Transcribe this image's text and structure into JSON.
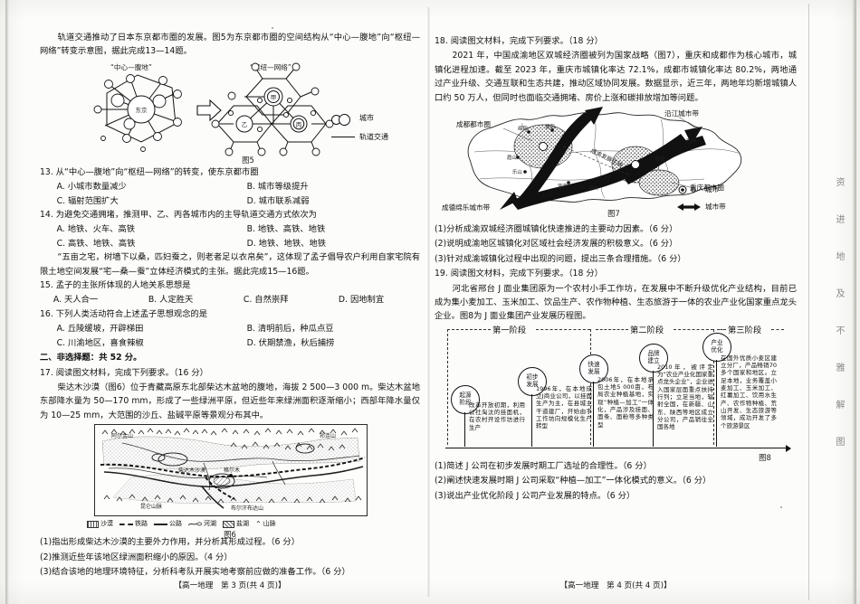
{
  "document": {
    "subject": "高一地理",
    "left_page_footer": "【高一地理　第 3 页(共 4 页)】",
    "right_page_footer": "【高一地理　第 4 页(共 4 页)】",
    "watermark": "资 进 地 及 不 雅 解 图"
  },
  "left": {
    "intro_13_14": "轨道交通推动了日本东京都市圈的发展。图5为东京都市圈的空间结构从“中心—腹地”向“枢纽—网络”转变示意图，据此完成13—14题。",
    "fig5": {
      "caption": "图5",
      "left_title": "“中心—腹地”",
      "right_title": "“枢纽—网络”",
      "node_labels": [
        "甲",
        "乙",
        "丙"
      ],
      "center_label": "东京",
      "legend": [
        {
          "symbol": "circles",
          "label": "城市"
        },
        {
          "symbol": "line",
          "label": "轨道交通"
        }
      ]
    },
    "q13": {
      "stem": "13. 从“中心—腹地”向“枢纽—网络”的转变，使东京都市圈",
      "options": [
        "A. 小城市数量减少",
        "B. 城市等级提升",
        "C. 辐射范围扩大",
        "D. 城市联系减弱"
      ]
    },
    "q14": {
      "stem": "14. 为避免交通拥堵，推测甲、乙、丙各城市内的主导轨道交通方式依次为",
      "options": [
        "A. 地铁、火车、高铁",
        "B. 地铁、高铁、地铁",
        "C. 高铁、地铁、高铁",
        "D. 地铁、地铁、地铁"
      ]
    },
    "intro_15_16": "“五亩之宅，树墙下以桑，匹妇蚕之，则老者足以衣帛矣”，这体现了孟子倡导农户利用自家宅院有限土地空间发展“宅—桑—蚕”立体经济模式的主张。据此完成15—16题。",
    "q15": {
      "stem": "15. 孟子的主张所体现的人地关系思想是",
      "options": [
        "A. 天人合一",
        "B. 人定胜天",
        "C. 自然崇拜",
        "D. 因地制宜"
      ]
    },
    "q16": {
      "stem": "16. 下列人类活动符合上述孟子思想观念的是",
      "options": [
        "A. 丘陵缓坡，开辟梯田",
        "B. 清明前后，种瓜点豆",
        "C. 川渝地区，喜食辣椒",
        "D. 伏期禁渔，秋后捕捞"
      ]
    },
    "section2": "二、非选择题：共 52 分。",
    "q17": {
      "stem": "17. 阅读图文材料，完成下列要求。（16 分）",
      "material": "柴达木沙漠（图6）位于青藏高原东北部柴达木盆地的腹地，海拔 2 500—3 000 m。柴达木盆地东部降水量为 50—170 mm，形成了一些绿洲平原，但近些年来绿洲面积逐渐缩小；西部年降水量仅为 10—25 mm，大范围的沙丘、盐碱平原等景观分布其中。",
      "fig6": {
        "caption": "图6",
        "labels": [
          "阿尔金山",
          "祁连山",
          "昆仑山脉",
          "布尔汗布达山",
          "柴达木沙漠",
          "格尔木"
        ],
        "legend": [
          "沙漠",
          "铁路",
          "公路",
          "河湖",
          "盐湖",
          "山脉"
        ]
      },
      "subs": [
        "(1)指出形成柴达木沙漠的主要外力作用，并分析其形成过程。（6 分）",
        "(2)推测近些年该地区绿洲面积缩小的原因。（4 分）",
        "(3)结合该地的地理环境特征，分析科考队开展实地考察前应做的准备工作。（6 分）"
      ]
    }
  },
  "right": {
    "q18": {
      "stem": "18. 阅读图文材料，完成下列要求。（18 分）",
      "material": "2021 年，中国成渝地区双城经济圈被列为国家战略（图7），重庆和成都作为核心城市，城镇化进程加速。截至 2023 年，重庆市城镇化率达 72.1%，成都市城镇化率达 80.2%，两地通过产业升级、交通互联和生态共建，推动区域协同发展。数据显示，近三年，两地年均新增城镇人口约 50 万人，但同时也面临交通拥堵、房价上涨和碳排放增加等问题。",
      "fig7": {
        "caption": "图7",
        "labels": [
          "成都都市圈",
          "重庆都市圈",
          "沿江城市带",
          "成德绵乐城市带",
          "成渝发展主轴"
        ],
        "small_cities": [
          "绵阳",
          "德阳",
          "眉山",
          "乐山",
          "宜宾",
          "泸州",
          "南充",
          "万州"
        ],
        "legend": [
          {
            "symbol": "circles",
            "label": "城市"
          },
          {
            "symbol": "arrow",
            "label": "城市带"
          }
        ]
      },
      "subs": [
        "(1)分析成渝双城经济圈城镇化快速推进的主要动力因素。（6 分）",
        "(2)说明成渝地区城镇化对区域社会经济发展的积极意义。（6 分）",
        "(3)针对成渝城镇化过程中出现的问题，提出三条合理措施。（6 分）"
      ]
    },
    "q19": {
      "stem": "19. 阅读图文材料，完成下列要求。（18 分）",
      "material": "河北省邢台 J 面业集团原为一个农村小手工作坊，在发展中不断升级优化产业结构，目前已成为集小麦加工、玉米加工、饮品生产、农作物种植、生态旅游于一体的农业产业化国家重点龙头企业。图8为 J 面业集团产业发展历程图。",
      "fig8": {
        "caption": "图8",
        "phases": [
          "第一阶段",
          "第二阶段",
          "第三阶段"
        ],
        "stages": [
          {
            "node": "起源\n阶段",
            "text": "改革开放初期，利用公社淘汰的挂面机，在农村开设作坊进行生产"
          },
          {
            "node": "初步\n发展",
            "text": "1996年，在本地成立J商业公司，以挂面生产为主，在县城主干道建厂，开始由手工作坊向规模化生产转型"
          },
          {
            "node": "快速\n发展",
            "text": "2006年，在本地承包土地5 000亩，布局农业种植基地，实现“种植—加工”一体化，产品涉及挂面、面条、面粉等多种类型"
          },
          {
            "node": "品牌\n建立",
            "text": "2010年，被评定为“农业产业化国家重点龙头企业”，企业进入国家层面重点扶持行列；立足当地，辐射全国，在新疆、山东、陕西等地区成立分公司，产品销往全国各地"
          },
          {
            "node": "产业\n优化",
            "text": "在国外优质小麦区建立分厂，产品畅销70多个国家和地区。立足本地，业务覆盖小麦加工、玉米加工、红薯加工、饮用水生产、农作物种植、荒山开发、生态旅游等领域，成功开发了多个旅游景区"
          }
        ]
      },
      "subs": [
        "(1)简述 J 公司在初步发展时期工厂选址的合理性。（6 分）",
        "(2)阐述快速发展时期 J 公司采取“种植—加工”一体化模式的意义。（6 分）",
        "(3)说出产业优化阶段 J 公司产业发展的特点。（6 分）"
      ]
    }
  }
}
